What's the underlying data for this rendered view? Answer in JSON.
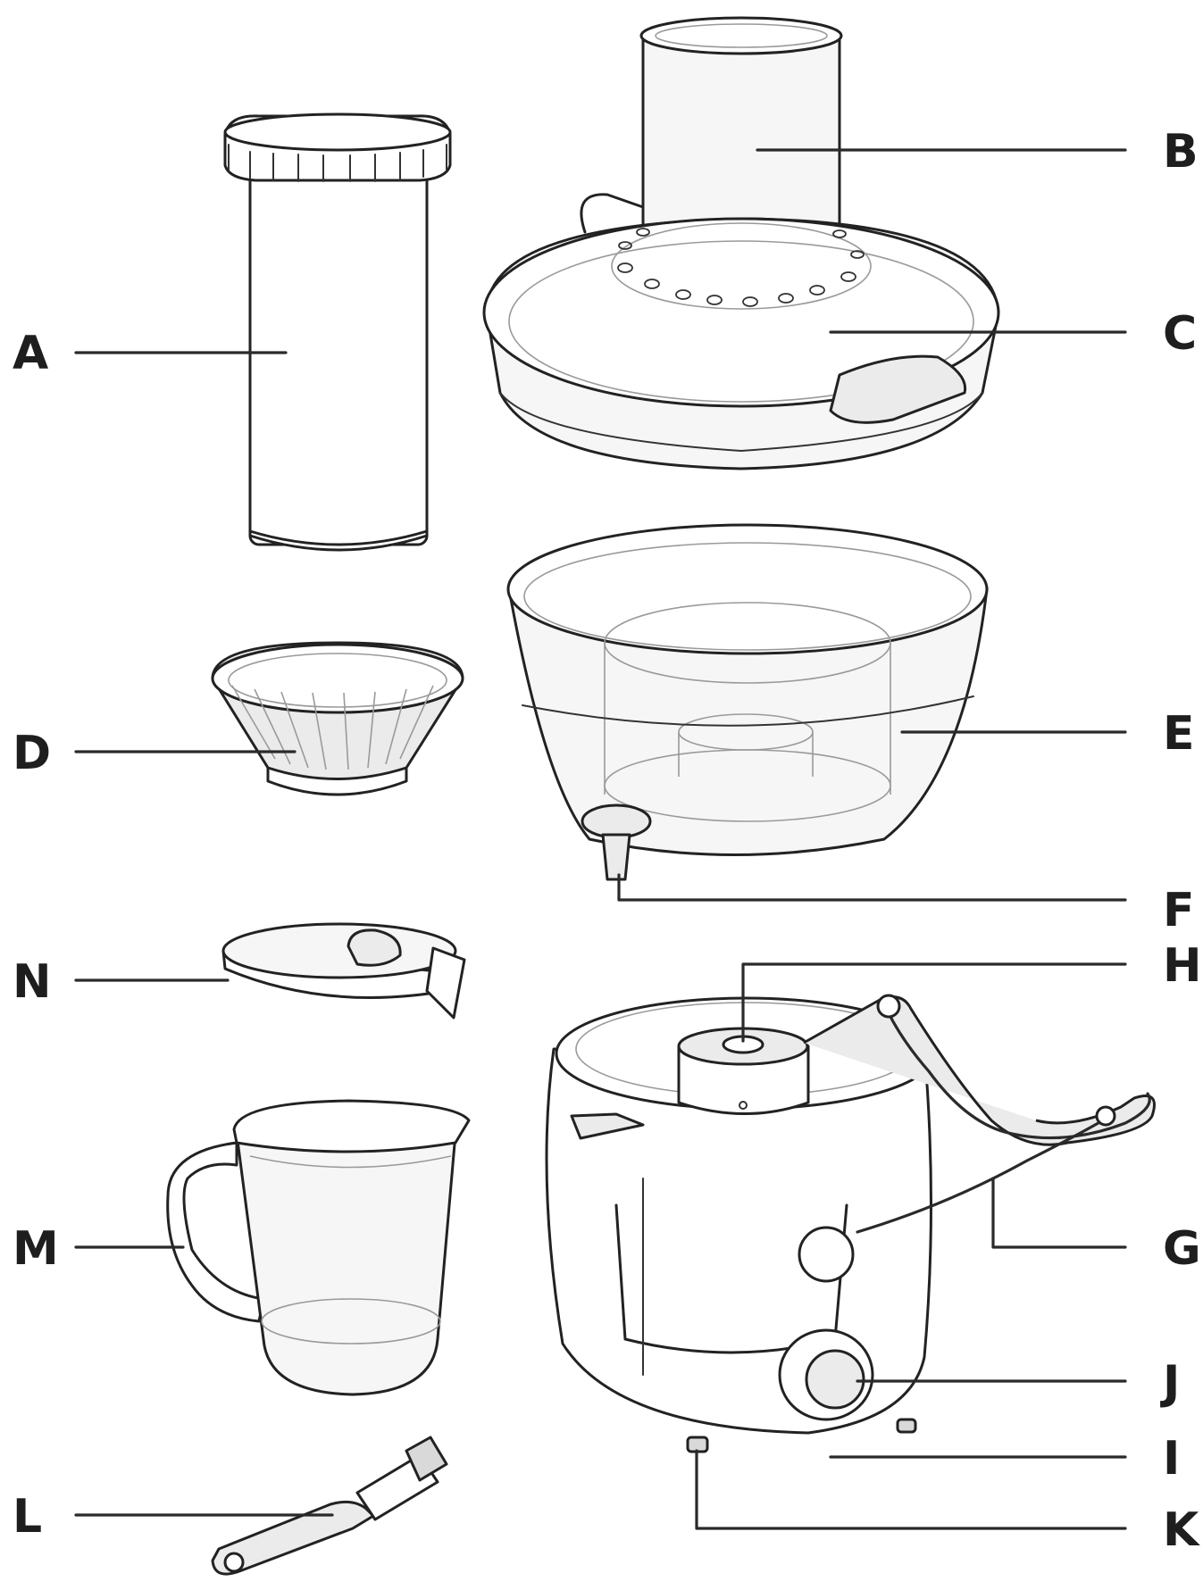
{
  "labels": {
    "A": "A",
    "B": "B",
    "C": "C",
    "D": "D",
    "E": "E",
    "F": "F",
    "G": "G",
    "H": "H",
    "I": "I",
    "J": "J",
    "K": "K",
    "L": "L",
    "M": "M",
    "N": "N"
  },
  "colors": {
    "outline": "#222222",
    "leader": "#2a2a2a",
    "fill_light": "#ebebeb",
    "background": "#ffffff"
  }
}
